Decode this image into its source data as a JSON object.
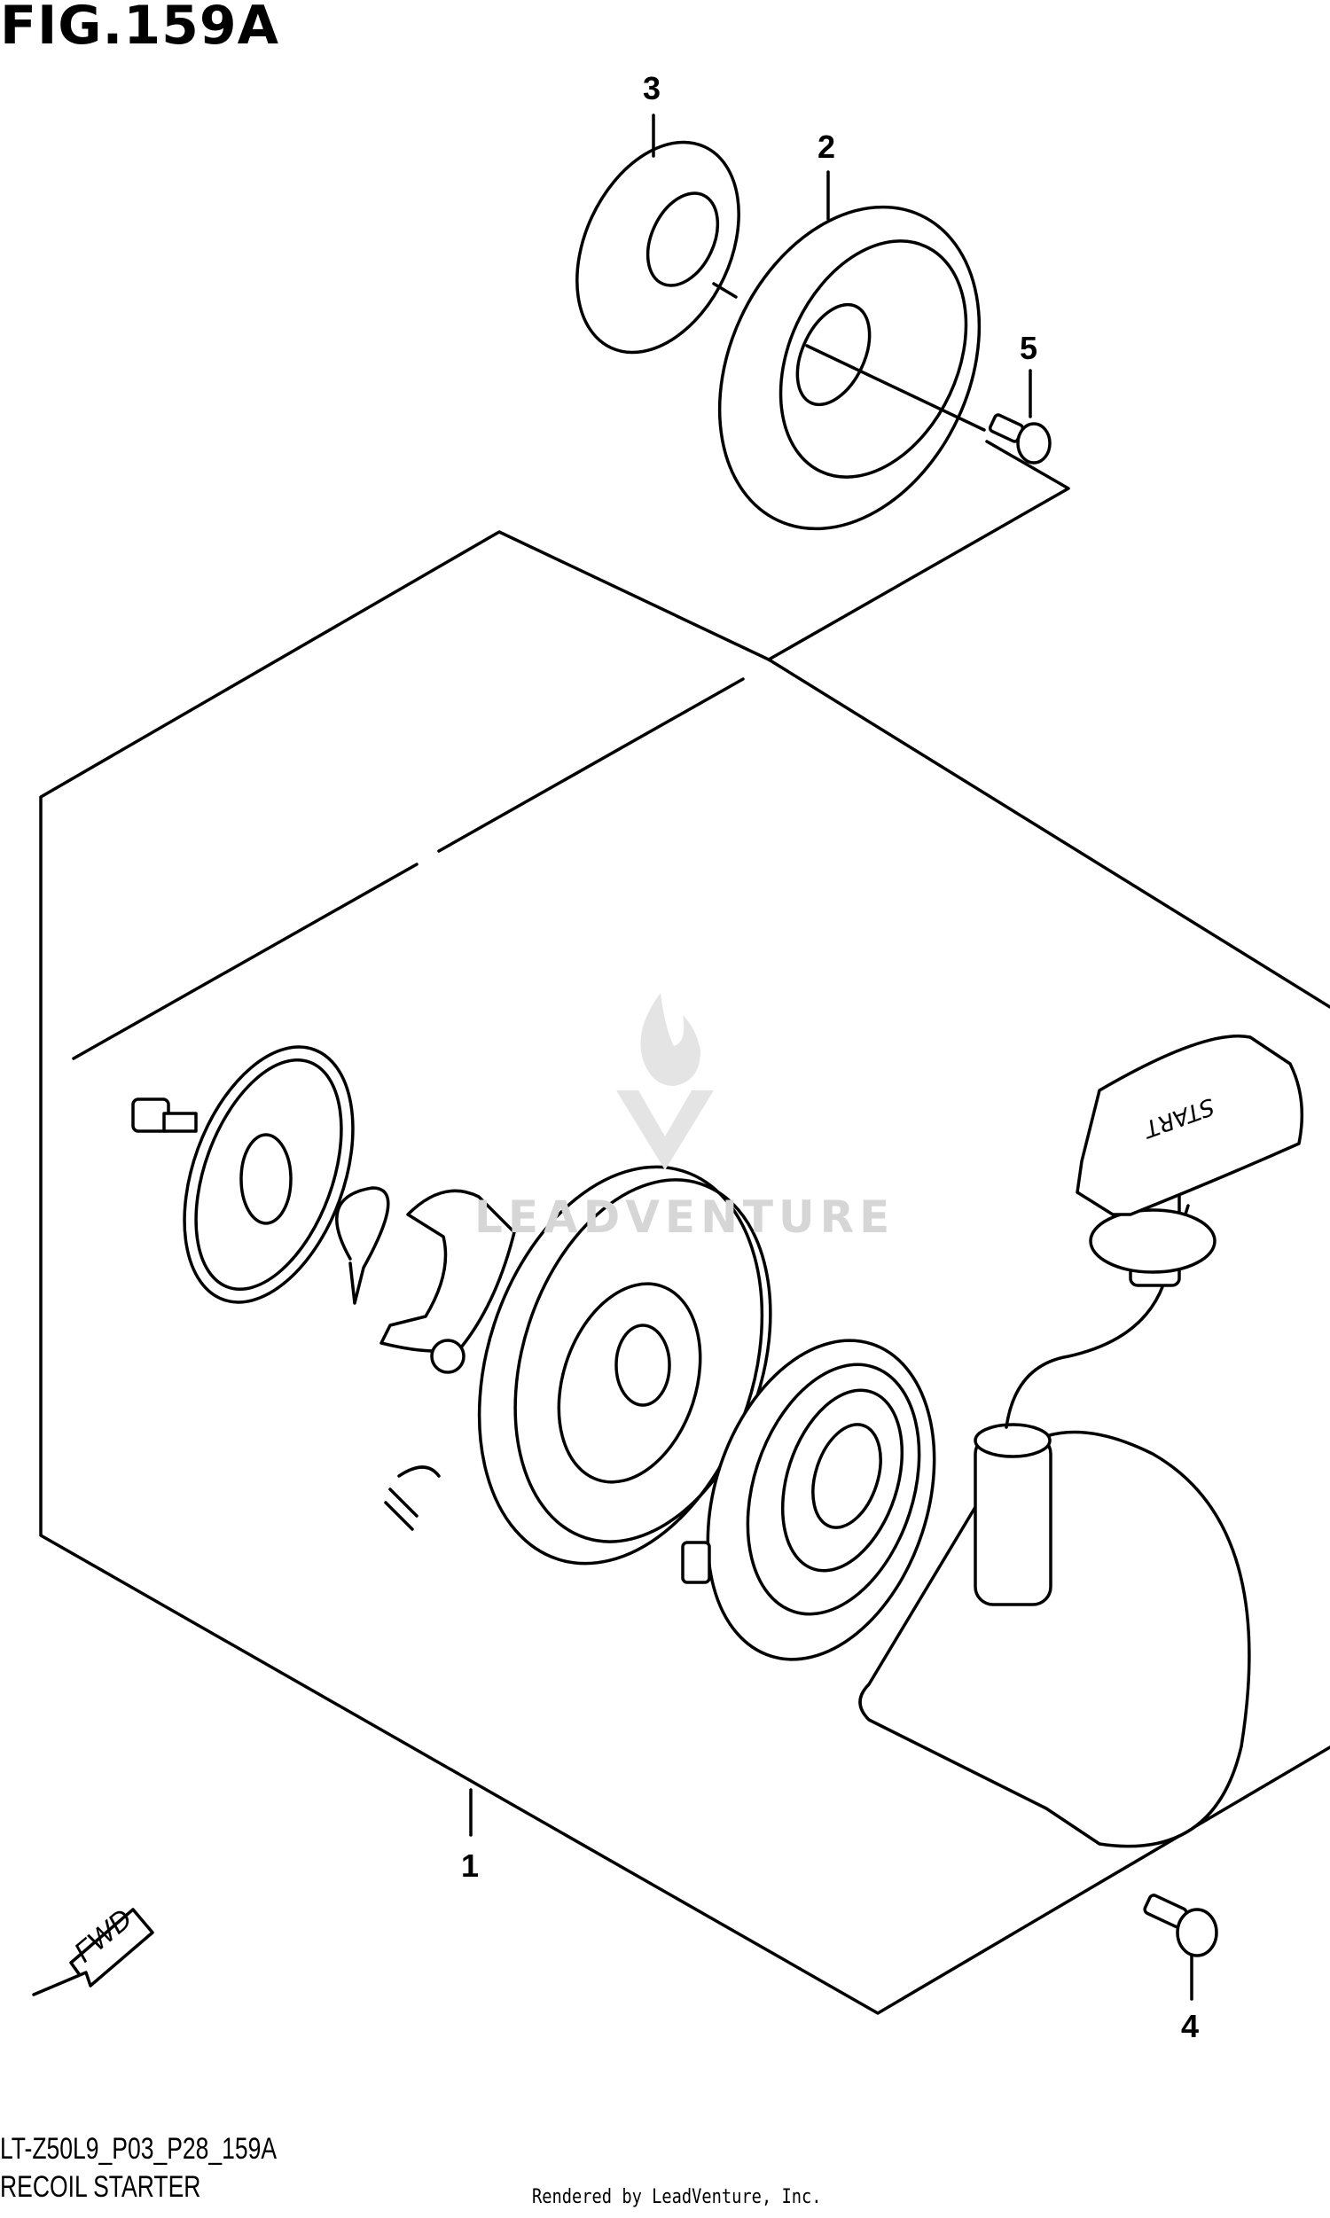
{
  "figure": {
    "title": "FIG.159A",
    "code": "LT-Z50L9_P03_P28_159A",
    "name": "RECOIL STARTER",
    "rendered_by": "Rendered by LeadVenture, Inc.",
    "watermark": "LEADVENTURE",
    "handle_label": "START",
    "fwd_label": "FWD"
  },
  "callouts": [
    {
      "id": "1",
      "label": "1"
    },
    {
      "id": "2",
      "label": "2"
    },
    {
      "id": "3",
      "label": "3"
    },
    {
      "id": "4",
      "label": "4"
    },
    {
      "id": "5",
      "label": "5"
    }
  ]
}
